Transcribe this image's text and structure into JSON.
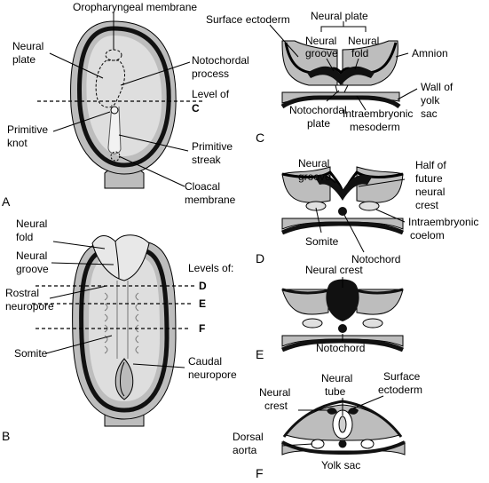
{
  "panels": {
    "A": "A",
    "B": "B",
    "C": "C",
    "D": "D",
    "E": "E",
    "F": "F"
  },
  "panel_a": {
    "oropharyngeal_membrane": "Oropharyngeal membrane",
    "neural_plate": [
      "Neural",
      "plate"
    ],
    "notochordal_process": [
      "Notochordal",
      "process"
    ],
    "level_of": "Level of",
    "level_c": "C",
    "primitive_knot": [
      "Primitive",
      "knot"
    ],
    "primitive_streak": [
      "Primitive",
      "streak"
    ],
    "cloacal_membrane": [
      "Cloacal",
      "membrane"
    ]
  },
  "panel_b": {
    "neural_fold": [
      "Neural",
      "fold"
    ],
    "neural_groove": [
      "Neural",
      "groove"
    ],
    "levels_of": "Levels of:",
    "level_d": "D",
    "level_e": "E",
    "level_f": "F",
    "rostral_neuropore": [
      "Rostral",
      "neuropore"
    ],
    "somite": "Somite",
    "caudal_neuropore": [
      "Caudal",
      "neuropore"
    ]
  },
  "panel_c": {
    "surface_ectoderm": "Surface ectoderm",
    "neural_plate": "Neural plate",
    "neural_groove": [
      "Neural",
      "groove"
    ],
    "neural_fold": [
      "Neural",
      "fold"
    ],
    "amnion": "Amnion",
    "wall_of_yolk_sac": [
      "Wall of",
      "yolk",
      "sac"
    ],
    "notochordal_plate": [
      "Notochordal",
      "plate"
    ],
    "intraembryonic_mesoderm": [
      "Intraembryonic",
      "mesoderm"
    ]
  },
  "panel_d": {
    "neural_groove": [
      "Neural",
      "groove"
    ],
    "half_future_neural_crest": [
      "Half of",
      "future",
      "neural",
      "crest"
    ],
    "intraembryonic_coelom": [
      "Intraembryonic",
      "coelom"
    ],
    "somite": "Somite",
    "notochord": "Notochord"
  },
  "panel_e": {
    "neural_crest": "Neural crest",
    "notochord": "Notochord"
  },
  "panel_f": {
    "neural_tube": [
      "Neural",
      "tube"
    ],
    "surface_ectoderm": [
      "Surface",
      "ectoderm"
    ],
    "neural_crest": [
      "Neural",
      "crest"
    ],
    "dorsal_aorta": [
      "Dorsal",
      "aorta"
    ],
    "yolk_sac": "Yolk sac"
  }
}
